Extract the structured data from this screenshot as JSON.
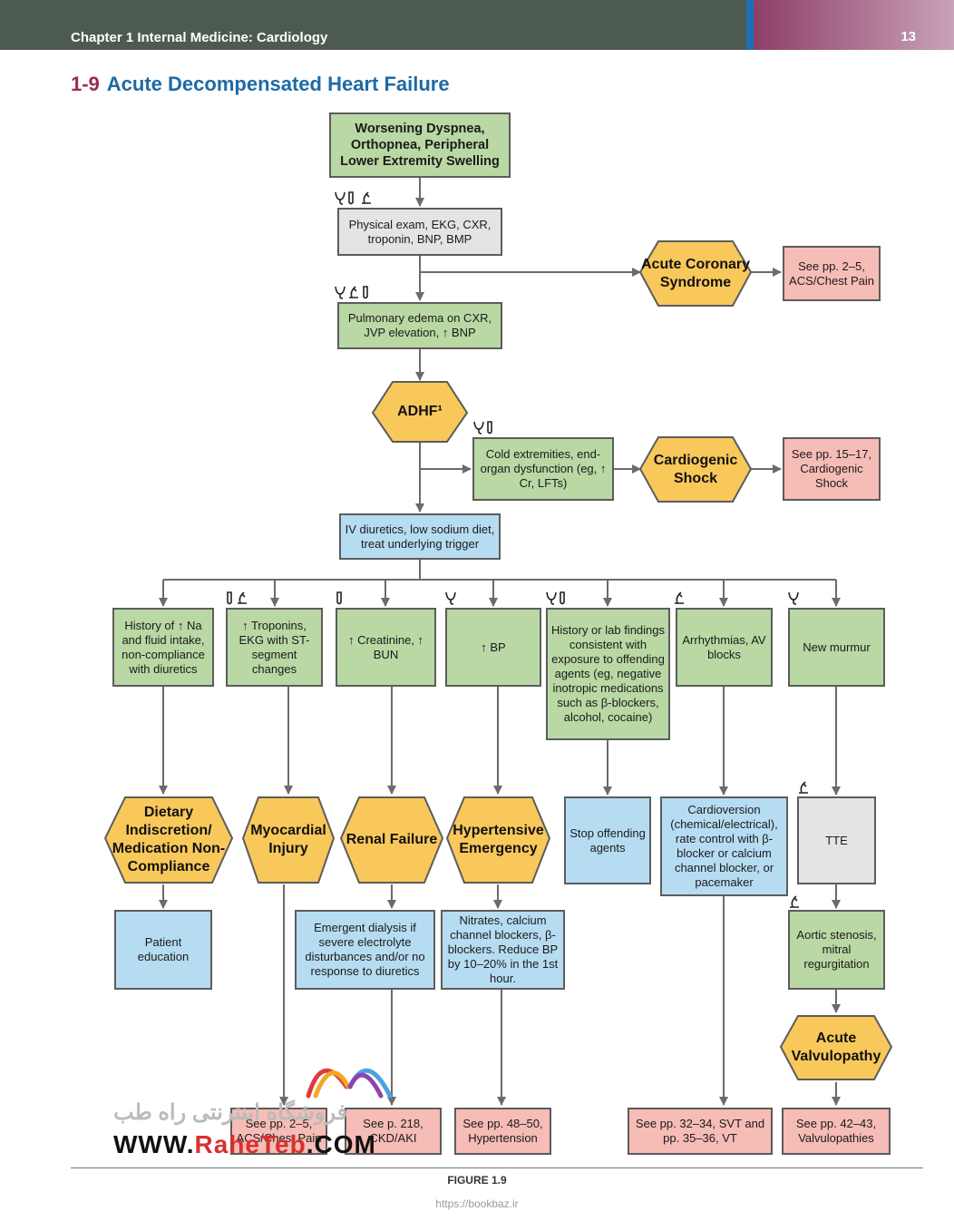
{
  "header": {
    "chapter_title": "Chapter 1  Internal Medicine: Cardiology",
    "page_number": "13"
  },
  "section": {
    "number": "1-9",
    "title": "Acute Decompensated Heart Failure"
  },
  "colors": {
    "green": "#b9d8a4",
    "gray": "#e4e4e4",
    "blue": "#b6dcf2",
    "pink": "#f6bcb6",
    "hexagon": "#f9c85b"
  },
  "icons": {
    "legend": [
      "stethoscope-icon",
      "test-tube-icon",
      "microscope-icon"
    ]
  },
  "nodes": {
    "symptoms": "Worsening Dyspnea, Orthopnea, Peripheral Lower Extremity Swelling",
    "workup": "Physical exam, EKG, CXR, troponin, BNP, BMP",
    "acs": "Acute Coronary Syndrome",
    "acs_ref": "See pp. 2–5, ACS/Chest Pain",
    "pulmonary": "Pulmonary edema on CXR, JVP elevation, ↑ BNP",
    "adhf": "ADHF¹",
    "cold": "Cold extremities, end-organ dysfunction (eg, ↑ Cr, LFTs)",
    "shock": "Cardiogenic Shock",
    "shock_ref": "See pp. 15–17, Cardiogenic Shock",
    "diuretics": "IV diuretics, low sodium diet, treat underlying trigger",
    "history_na": "History of ↑ Na and fluid intake, non-compliance with diuretics",
    "troponins": "↑ Troponins, EKG with ST-segment changes",
    "creatinine": "↑ Creatinine, ↑ BUN",
    "bp": "↑ BP",
    "offending": "History or lab findings consistent with exposure to offending agents (eg, negative inotropic medications such as β-blockers, alcohol, cocaine)",
    "arrhythmias": "Arrhythmias, AV blocks",
    "murmur": "New murmur",
    "dietary": "Dietary Indiscretion/ Medication Non-Compliance",
    "mi": "Myocardial Injury",
    "renal": "Renal Failure",
    "hypertensive": "Hypertensive Emergency",
    "stop": "Stop offending agents",
    "cardioversion": "Cardioversion (chemical/electrical), rate control with β-blocker or calcium channel blocker, or pacemaker",
    "tte": "TTE",
    "education": "Patient education",
    "dialysis": "Emergent dialysis if severe electrolyte disturbances and/or no response to diuretics",
    "nitrates": "Nitrates, calcium channel blockers, β-blockers. Reduce BP by 10–20% in the 1st hour.",
    "aortic": "Aortic stenosis, mitral regurgitation",
    "valvulopathy": "Acute Valvulopathy",
    "ref_acs2": "See pp. 2–5, ACS/Chest Pain",
    "ref_aki": "See p. 218, CKD/AKI",
    "ref_htn": "See pp. 48–50, Hypertension",
    "ref_svt": "See pp. 32–34, SVT and pp. 35–36, VT",
    "ref_valve": "See pp. 42–43, Valvulopathies"
  },
  "footer": {
    "figure_label": "FIGURE 1.9",
    "url": "https://bookbaz.ir"
  },
  "watermark": {
    "persian": "فروشگاه اینترنتی راه طب",
    "www_prefix": "WWW.",
    "www_brand": "RaheTeb",
    "www_suffix": ".COM"
  }
}
